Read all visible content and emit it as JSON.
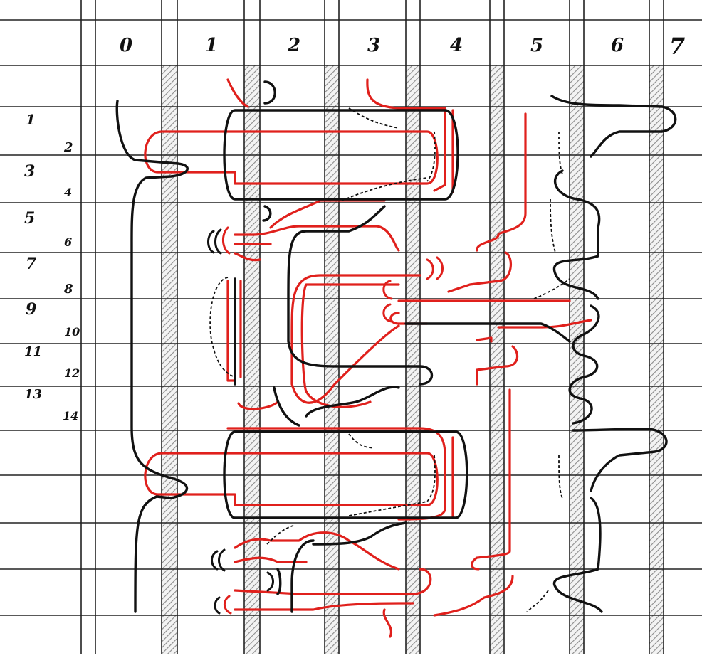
{
  "columns": [
    "0",
    "1",
    "2",
    "3",
    "4",
    "5",
    "6",
    "7"
  ],
  "rows": [
    "1",
    "2",
    "3",
    "4",
    "5",
    "6",
    "7",
    "8",
    "9",
    "10",
    "11",
    "12",
    "13",
    "14"
  ],
  "colors": {
    "ink": "#111111",
    "red": "#e0201c",
    "grid": "#222222",
    "hatch": "#9a9a9a",
    "paper": "#ffffff"
  }
}
